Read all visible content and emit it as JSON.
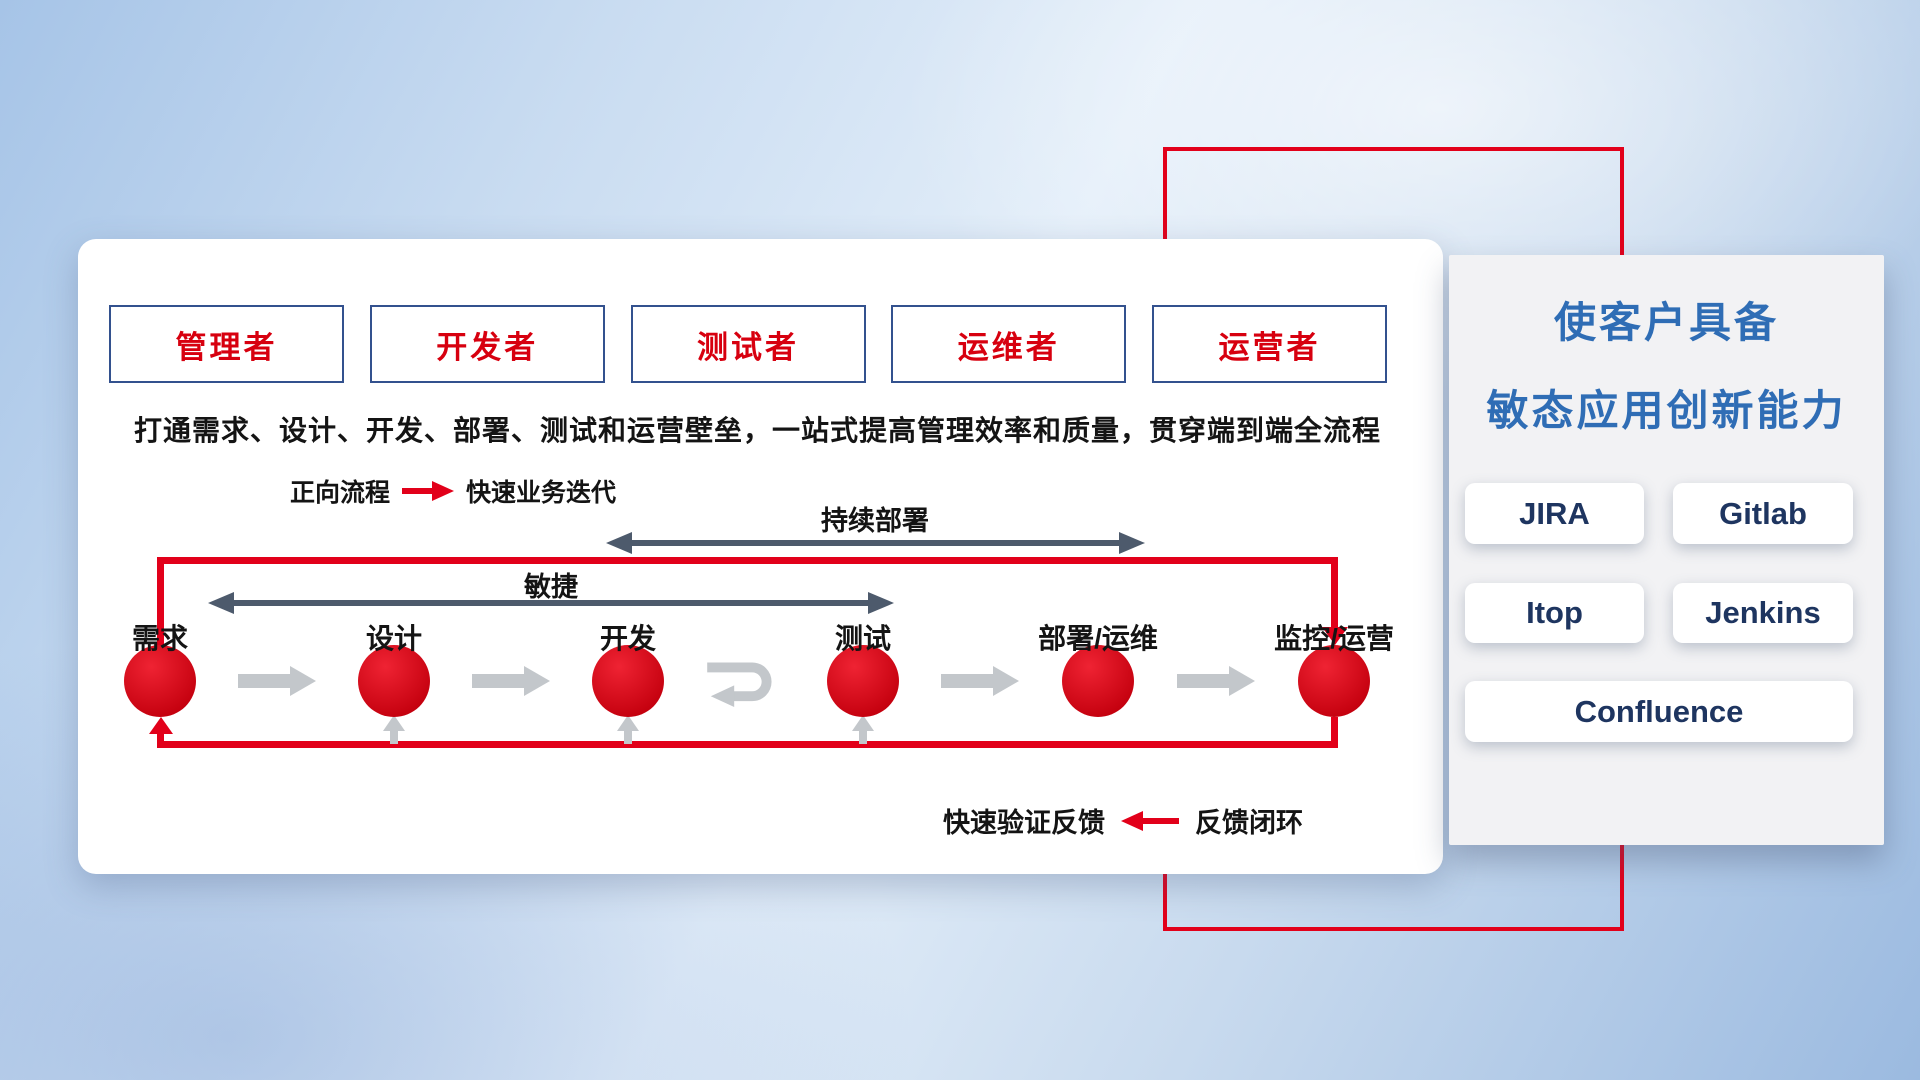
{
  "main": {
    "roles": [
      "管理者",
      "开发者",
      "测试者",
      "运维者",
      "运营者"
    ],
    "subtitle": "打通需求、设计、开发、部署、测试和运营壁垒，一站式提高管理效率和质量，贯穿端到端全流程",
    "legend_forward": {
      "label": "正向流程",
      "desc": "快速业务迭代"
    },
    "arrow_continuous": "持续部署",
    "arrow_agile": "敏捷",
    "stages": [
      "需求",
      "设计",
      "开发",
      "测试",
      "部署/运维",
      "监控/运营"
    ],
    "legend_feedback": {
      "desc": "快速验证反馈",
      "label": "反馈闭环"
    }
  },
  "panel": {
    "title_line1": "使客户具备",
    "title_line2": "敏态应用创新能力",
    "tools": [
      "JIRA",
      "Gitlab",
      "Itop",
      "Jenkins",
      "Confluence"
    ]
  },
  "colors": {
    "accent_red": "#e2001a",
    "circle_red": "#d7000f",
    "role_border_navy": "#33518e",
    "title_blue": "#2f6db5",
    "tool_text_navy": "#1e3560",
    "dark_arrow": "#4d5a6c",
    "gray_arrow": "#c3c7cb"
  }
}
